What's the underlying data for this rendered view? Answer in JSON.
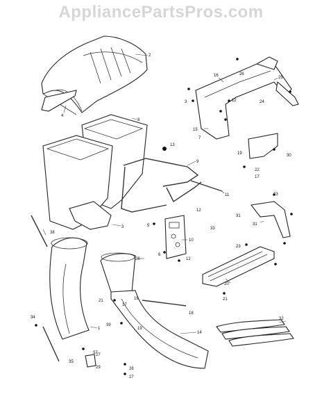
{
  "watermark": "AppliancePartsPros.com",
  "labels": [
    {
      "id": "l1",
      "text": "1"
    },
    {
      "id": "l2",
      "text": "2"
    },
    {
      "id": "l3",
      "text": "3"
    },
    {
      "id": "l3b",
      "text": "3"
    },
    {
      "id": "l4",
      "text": "4"
    },
    {
      "id": "l5",
      "text": "5"
    },
    {
      "id": "l6",
      "text": "6"
    },
    {
      "id": "l7",
      "text": "7"
    },
    {
      "id": "l8",
      "text": "8"
    },
    {
      "id": "l9",
      "text": "9"
    },
    {
      "id": "l10",
      "text": "10"
    },
    {
      "id": "l11",
      "text": "11"
    },
    {
      "id": "l12a",
      "text": "12"
    },
    {
      "id": "l12b",
      "text": "12"
    },
    {
      "id": "l12c",
      "text": "12"
    },
    {
      "id": "l13",
      "text": "13"
    },
    {
      "id": "l14",
      "text": "14"
    },
    {
      "id": "l15",
      "text": "15"
    },
    {
      "id": "l16",
      "text": "16"
    },
    {
      "id": "l17",
      "text": "17"
    },
    {
      "id": "l17b",
      "text": "17"
    },
    {
      "id": "l18",
      "text": "18"
    },
    {
      "id": "l19a",
      "text": "19"
    },
    {
      "id": "l19b",
      "text": "19"
    },
    {
      "id": "l19c",
      "text": "19"
    },
    {
      "id": "l20",
      "text": "20"
    },
    {
      "id": "l21a",
      "text": "21"
    },
    {
      "id": "l21b",
      "text": "21"
    },
    {
      "id": "l22",
      "text": "22"
    },
    {
      "id": "l23a",
      "text": "23"
    },
    {
      "id": "l23b",
      "text": "23"
    },
    {
      "id": "l24",
      "text": "24"
    },
    {
      "id": "l25",
      "text": "25"
    },
    {
      "id": "l26a",
      "text": "26"
    },
    {
      "id": "l26b",
      "text": "26"
    },
    {
      "id": "l27a",
      "text": "27"
    },
    {
      "id": "l27b",
      "text": "27"
    },
    {
      "id": "l28",
      "text": "28"
    },
    {
      "id": "l29",
      "text": "29"
    },
    {
      "id": "l30",
      "text": "30"
    },
    {
      "id": "l31a",
      "text": "31"
    },
    {
      "id": "l31b",
      "text": "31"
    },
    {
      "id": "l32",
      "text": "32"
    },
    {
      "id": "l33",
      "text": "33"
    },
    {
      "id": "l34",
      "text": "34"
    },
    {
      "id": "l35",
      "text": "35"
    },
    {
      "id": "l37",
      "text": "37"
    },
    {
      "id": "l38",
      "text": "38"
    },
    {
      "id": "l39",
      "text": "39"
    }
  ]
}
